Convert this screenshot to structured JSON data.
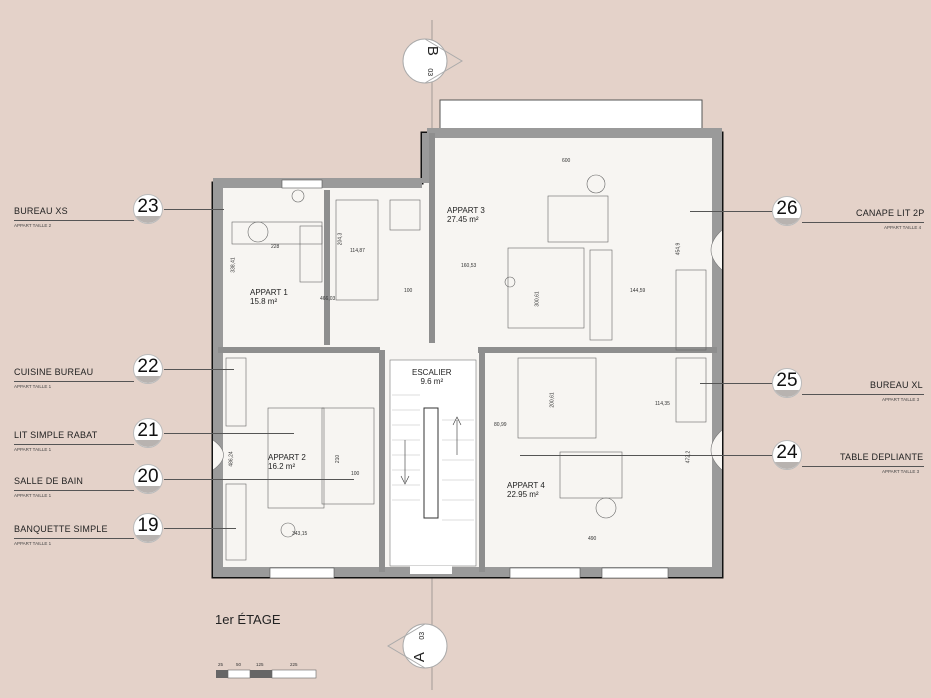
{
  "floor_title": "1er ÉTAGE",
  "section_marks": [
    {
      "letter": "B",
      "sheet": "03"
    },
    {
      "letter": "A",
      "sheet": "03"
    }
  ],
  "callouts_left": [
    {
      "num": "23",
      "title": "BUREAU XS",
      "sub": "APPART TAILLE 2"
    },
    {
      "num": "22",
      "title": "CUISINE BUREAU",
      "sub": "APPART TAILLE 1"
    },
    {
      "num": "21",
      "title": "LIT SIMPLE RABAT",
      "sub": "APPART TAILLE 1"
    },
    {
      "num": "20",
      "title": "SALLE DE BAIN",
      "sub": "APPART TAILLE 1"
    },
    {
      "num": "19",
      "title": "BANQUETTE SIMPLE",
      "sub": "APPART TAILLE 1"
    }
  ],
  "callouts_right": [
    {
      "num": "26",
      "title": "CANAPE LIT 2P",
      "sub": "APPART TAILLE 4"
    },
    {
      "num": "25",
      "title": "BUREAU XL",
      "sub": "APPART TAILLE 3"
    },
    {
      "num": "24",
      "title": "TABLE DEPLIANTE",
      "sub": "APPART TAILLE 3"
    }
  ],
  "rooms": [
    {
      "name": "APPART 1",
      "area": "15.8 m²"
    },
    {
      "name": "APPART 2",
      "area": "16.2 m²"
    },
    {
      "name": "APPART 3",
      "area": "27.45 m²"
    },
    {
      "name": "APPART 4",
      "area": "22.95 m²"
    },
    {
      "name": "ESCALIER",
      "area": "9.6 m²"
    }
  ],
  "dimensions": [
    "228",
    "338,41",
    "204,3",
    "114,87",
    "466,03",
    "100",
    "160,53",
    "600",
    "454,9",
    "144,59",
    "300,61",
    "486,24",
    "210",
    "100",
    "343,15",
    "200,61",
    "80,99",
    "114,35",
    "472,2",
    "490"
  ],
  "scale_ticks": [
    "25",
    "50",
    "125",
    "225"
  ]
}
